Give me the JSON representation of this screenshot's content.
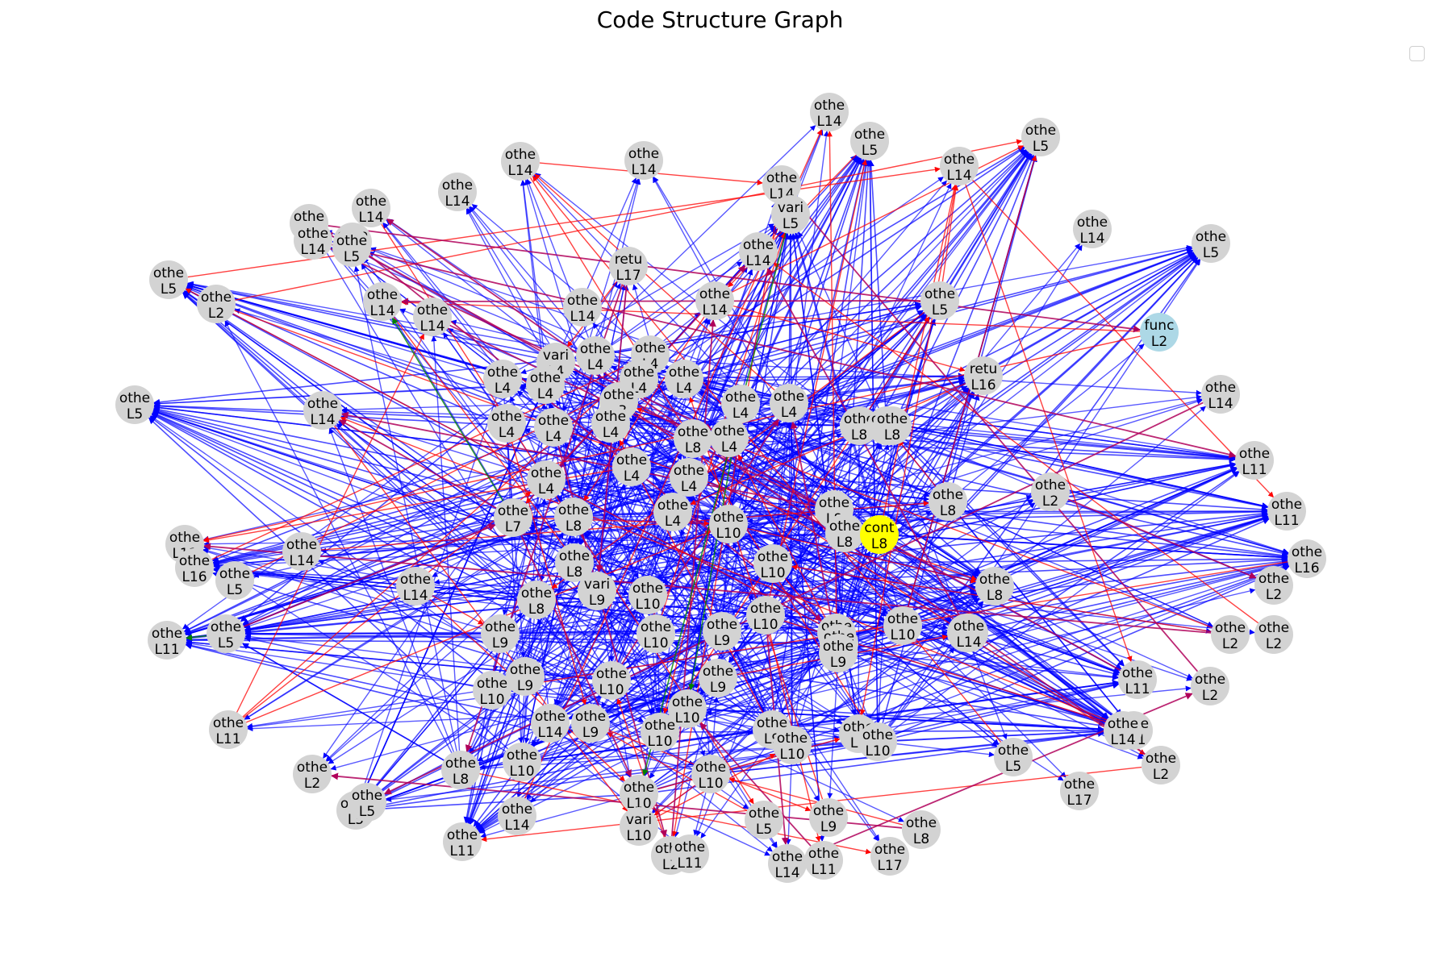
{
  "title": "Code Structure Graph",
  "colors": {
    "node_default": "#d3d3d3",
    "node_func": "#add8e6",
    "node_cont": "#ffff00",
    "edge_blue": "#0000ff",
    "edge_red": "#ff0000",
    "edge_purple": "#b0005a",
    "edge_green": "#008000",
    "legend_border": "#cfcfcf"
  },
  "nodes": [
    {
      "id": "n1",
      "type": "othe",
      "line": "L14"
    },
    {
      "id": "n2",
      "type": "othe",
      "line": "L5"
    },
    {
      "id": "n3",
      "type": "othe",
      "line": "L5"
    },
    {
      "id": "n4",
      "type": "othe",
      "line": "L14"
    },
    {
      "id": "n5",
      "type": "othe",
      "line": "L14"
    },
    {
      "id": "n6",
      "type": "othe",
      "line": "L14"
    },
    {
      "id": "n7",
      "type": "othe",
      "line": "L14"
    },
    {
      "id": "n8",
      "type": "othe",
      "line": "L14"
    },
    {
      "id": "n9",
      "type": "vari",
      "line": "L5"
    },
    {
      "id": "n10",
      "type": "othe",
      "line": "L14"
    },
    {
      "id": "n11",
      "type": "othe",
      "line": "L2"
    },
    {
      "id": "n12",
      "type": "othe",
      "line": "L14"
    },
    {
      "id": "n13",
      "type": "othe",
      "line": "L5"
    },
    {
      "id": "n14",
      "type": "othe",
      "line": "L14"
    },
    {
      "id": "n15",
      "type": "othe",
      "line": "L5"
    },
    {
      "id": "n16",
      "type": "retu",
      "line": "L17"
    },
    {
      "id": "n17",
      "type": "othe",
      "line": "L14"
    },
    {
      "id": "n18",
      "type": "othe",
      "line": "L5"
    },
    {
      "id": "n19",
      "type": "othe",
      "line": "L2"
    },
    {
      "id": "n20",
      "type": "othe",
      "line": "L14"
    },
    {
      "id": "n21",
      "type": "othe",
      "line": "L14"
    },
    {
      "id": "n22",
      "type": "othe",
      "line": "L14"
    },
    {
      "id": "n23",
      "type": "othe",
      "line": "L14"
    },
    {
      "id": "n24",
      "type": "othe",
      "line": "L5"
    },
    {
      "id": "n25",
      "type": "func",
      "line": "L2"
    },
    {
      "id": "n26",
      "type": "othe",
      "line": "L4"
    },
    {
      "id": "n27",
      "type": "vari",
      "line": "L4"
    },
    {
      "id": "n28",
      "type": "othe",
      "line": "L4"
    },
    {
      "id": "n29",
      "type": "othe",
      "line": "L4"
    },
    {
      "id": "n30",
      "type": "othe",
      "line": "L4"
    },
    {
      "id": "n31",
      "type": "othe",
      "line": "L4"
    },
    {
      "id": "n32",
      "type": "othe",
      "line": "L3"
    },
    {
      "id": "n33",
      "type": "othe",
      "line": "L4"
    },
    {
      "id": "n34",
      "type": "retu",
      "line": "L16"
    },
    {
      "id": "n35",
      "type": "othe",
      "line": "L14"
    },
    {
      "id": "n36",
      "type": "othe",
      "line": "L5"
    },
    {
      "id": "n37",
      "type": "othe",
      "line": "L14"
    },
    {
      "id": "n38",
      "type": "othe",
      "line": "L4"
    },
    {
      "id": "n39",
      "type": "othe",
      "line": "L4"
    },
    {
      "id": "n40",
      "type": "othe",
      "line": "L4"
    },
    {
      "id": "n41",
      "type": "othe",
      "line": "L4"
    },
    {
      "id": "n42",
      "type": "othe",
      "line": "L4"
    },
    {
      "id": "n43",
      "type": "othe",
      "line": "L8"
    },
    {
      "id": "n44",
      "type": "othe",
      "line": "L8"
    },
    {
      "id": "n45",
      "type": "othe",
      "line": "L3"
    },
    {
      "id": "n46",
      "type": "othe",
      "line": "L4"
    },
    {
      "id": "n47",
      "type": "othe",
      "line": "L8"
    },
    {
      "id": "n48",
      "type": "othe",
      "line": "L11"
    },
    {
      "id": "n49",
      "type": "othe",
      "line": "L4"
    },
    {
      "id": "n50",
      "type": "othe",
      "line": "L4"
    },
    {
      "id": "n51",
      "type": "othe",
      "line": "L4"
    },
    {
      "id": "n52",
      "type": "othe",
      "line": "L2"
    },
    {
      "id": "n53",
      "type": "othe",
      "line": "L7"
    },
    {
      "id": "n54",
      "type": "othe",
      "line": "L8"
    },
    {
      "id": "n55",
      "type": "othe",
      "line": "L4"
    },
    {
      "id": "n56",
      "type": "othe",
      "line": "L10"
    },
    {
      "id": "n57",
      "type": "othe",
      "line": "L8"
    },
    {
      "id": "n58",
      "type": "othe",
      "line": "L8"
    },
    {
      "id": "n59",
      "type": "cont",
      "line": "L8"
    },
    {
      "id": "n60",
      "type": "othe",
      "line": "L8"
    },
    {
      "id": "n61",
      "type": "othe",
      "line": "L11"
    },
    {
      "id": "n62",
      "type": "othe",
      "line": "L11"
    },
    {
      "id": "n63",
      "type": "othe",
      "line": "L16"
    },
    {
      "id": "n64",
      "type": "othe",
      "line": "L14"
    },
    {
      "id": "n65",
      "type": "othe",
      "line": "L16"
    },
    {
      "id": "n66",
      "type": "othe",
      "line": "L5"
    },
    {
      "id": "n67",
      "type": "othe",
      "line": "L8"
    },
    {
      "id": "n68",
      "type": "othe",
      "line": "L10"
    },
    {
      "id": "n69",
      "type": "othe",
      "line": "L14"
    },
    {
      "id": "n70",
      "type": "vari",
      "line": "L9"
    },
    {
      "id": "n71",
      "type": "othe",
      "line": "L8"
    },
    {
      "id": "n72",
      "type": "othe",
      "line": "L10"
    },
    {
      "id": "n73",
      "type": "othe",
      "line": "L8"
    },
    {
      "id": "n74",
      "type": "othe",
      "line": "L2"
    },
    {
      "id": "n75",
      "type": "othe",
      "line": "L11"
    },
    {
      "id": "n76",
      "type": "othe",
      "line": "L5"
    },
    {
      "id": "n77",
      "type": "othe",
      "line": "L9"
    },
    {
      "id": "n78",
      "type": "othe",
      "line": "L10"
    },
    {
      "id": "n79",
      "type": "othe",
      "line": "L9"
    },
    {
      "id": "n80",
      "type": "othe",
      "line": "L10"
    },
    {
      "id": "n81",
      "type": "othe",
      "line": "L10"
    },
    {
      "id": "n82",
      "type": "othe",
      "line": "L10"
    },
    {
      "id": "n83",
      "type": "othe",
      "line": "L9"
    },
    {
      "id": "n84",
      "type": "othe",
      "line": "L8"
    },
    {
      "id": "n85",
      "type": "othe",
      "line": "L14"
    },
    {
      "id": "n86",
      "type": "othe",
      "line": "L2"
    },
    {
      "id": "n87",
      "type": "othe",
      "line": "L2"
    },
    {
      "id": "n88",
      "type": "othe",
      "line": "L9"
    },
    {
      "id": "n89",
      "type": "othe",
      "line": "L10"
    },
    {
      "id": "n90",
      "type": "othe",
      "line": "L9"
    },
    {
      "id": "n91",
      "type": "othe",
      "line": "L10"
    },
    {
      "id": "n92",
      "type": "othe",
      "line": "L9"
    },
    {
      "id": "n93",
      "type": "othe",
      "line": "L11"
    },
    {
      "id": "n94",
      "type": "othe",
      "line": "L2"
    },
    {
      "id": "n95",
      "type": "othe",
      "line": "L10"
    },
    {
      "id": "n96",
      "type": "othe",
      "line": "L11"
    },
    {
      "id": "n97",
      "type": "othe",
      "line": "L14"
    },
    {
      "id": "n98",
      "type": "othe",
      "line": "L9"
    },
    {
      "id": "n99",
      "type": "othe",
      "line": "L10"
    },
    {
      "id": "n100",
      "type": "othe",
      "line": "L9"
    },
    {
      "id": "n101",
      "type": "othe",
      "line": "L10"
    },
    {
      "id": "n102",
      "type": "othe",
      "line": "L9"
    },
    {
      "id": "n103",
      "type": "othe",
      "line": "L10"
    },
    {
      "id": "n104",
      "type": "othe",
      "line": "L14"
    },
    {
      "id": "n105",
      "type": "othe",
      "line": "L2"
    },
    {
      "id": "n106",
      "type": "othe",
      "line": "L11"
    },
    {
      "id": "n107",
      "type": "othe",
      "line": "L8"
    },
    {
      "id": "n108",
      "type": "othe",
      "line": "L5"
    },
    {
      "id": "n109",
      "type": "othe",
      "line": "L2"
    },
    {
      "id": "n110",
      "type": "othe",
      "line": "L10"
    },
    {
      "id": "n111",
      "type": "othe",
      "line": "L10"
    },
    {
      "id": "n112",
      "type": "othe",
      "line": "L5"
    },
    {
      "id": "n113",
      "type": "othe",
      "line": "L14"
    },
    {
      "id": "n114",
      "type": "othe",
      "line": "L10"
    },
    {
      "id": "n115",
      "type": "othe",
      "line": "L17"
    },
    {
      "id": "n116",
      "type": "othe",
      "line": "L5"
    },
    {
      "id": "n117",
      "type": "vari",
      "line": "L10"
    },
    {
      "id": "n118",
      "type": "othe",
      "line": "L9"
    },
    {
      "id": "n119",
      "type": "othe",
      "line": "L8"
    },
    {
      "id": "n120",
      "type": "othe",
      "line": "L11"
    },
    {
      "id": "n121",
      "type": "othe",
      "line": "L2"
    },
    {
      "id": "n122",
      "type": "othe",
      "line": "L11"
    },
    {
      "id": "n123",
      "type": "othe",
      "line": "L14"
    },
    {
      "id": "n124",
      "type": "othe",
      "line": "L11"
    },
    {
      "id": "n125",
      "type": "othe",
      "line": "L17"
    },
    {
      "id": "n126",
      "type": "othe",
      "line": "L14"
    },
    {
      "id": "n127",
      "type": "othe",
      "line": "L5"
    }
  ]
}
